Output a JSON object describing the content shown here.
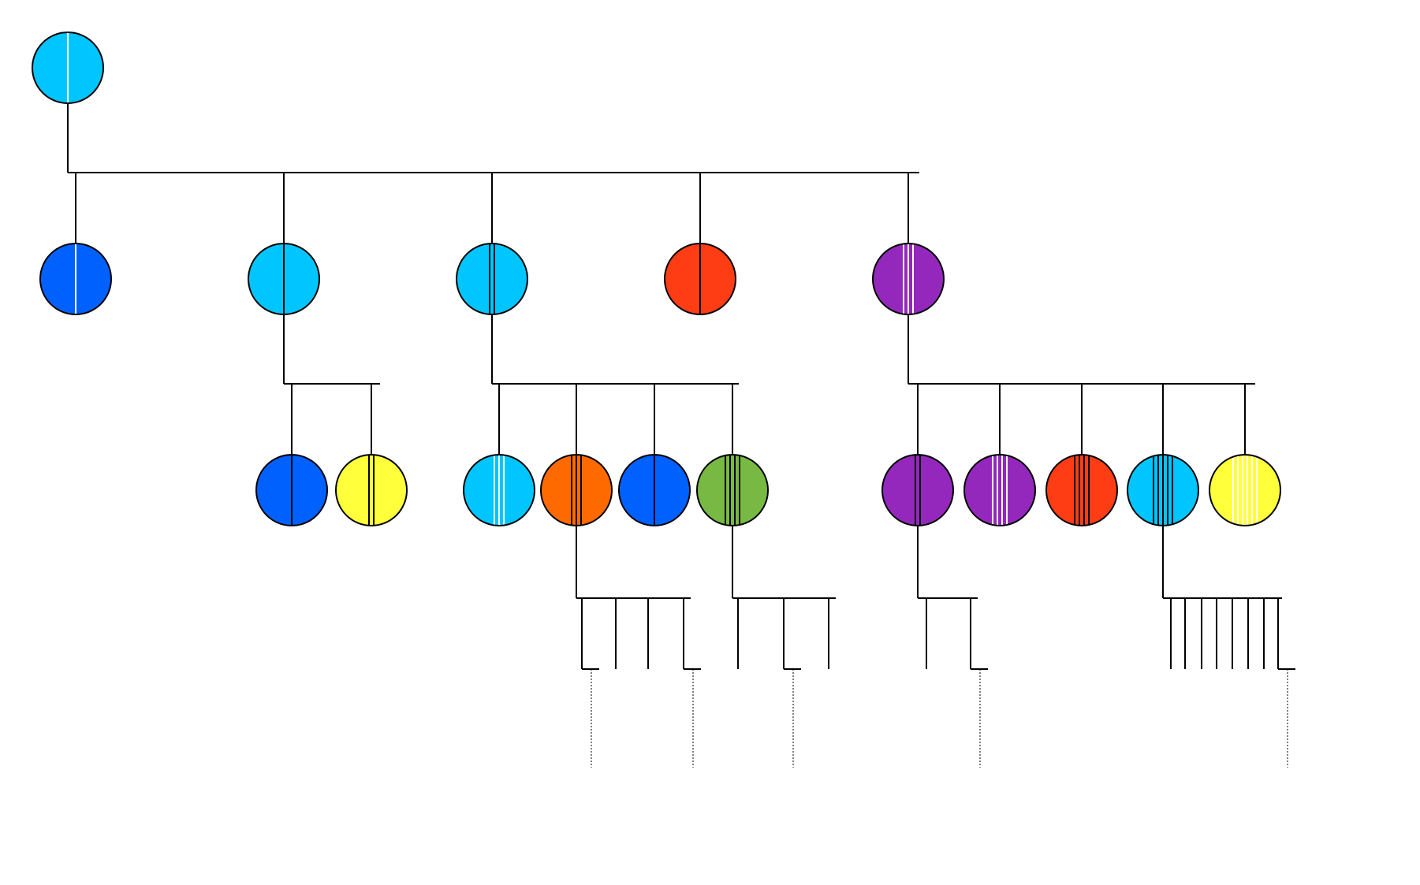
{
  "palette": {
    "sky": "#00c5ff",
    "blue": "#0061ff",
    "red": "#ff3d14",
    "purple": "#9428bc",
    "yellow": "#ffff3c",
    "orange": "#ff6a00",
    "green": "#77b942",
    "stroke": "#000000"
  },
  "nodes": [
    {
      "id": "root",
      "color": "sky",
      "stripes": 1,
      "stripe_color": "white",
      "level": 0
    },
    {
      "id": "g1-a",
      "color": "blue",
      "stripes": 1,
      "stripe_color": "white",
      "level": 1,
      "parent": "root"
    },
    {
      "id": "g1-b",
      "color": "sky",
      "stripes": 1,
      "stripe_color": "black",
      "level": 1,
      "parent": "root"
    },
    {
      "id": "g1-c",
      "color": "sky",
      "stripes": 2,
      "stripe_color": "black",
      "level": 1,
      "parent": "root"
    },
    {
      "id": "g1-d",
      "color": "red",
      "stripes": 1,
      "stripe_color": "black",
      "level": 1,
      "parent": "root"
    },
    {
      "id": "g1-e",
      "color": "purple",
      "stripes": 3,
      "stripe_color": "white",
      "level": 1,
      "parent": "root"
    },
    {
      "id": "g2-b1",
      "color": "blue",
      "stripes": 1,
      "stripe_color": "black",
      "level": 2,
      "parent": "g1-b"
    },
    {
      "id": "g2-b2",
      "color": "yellow",
      "stripes": 2,
      "stripe_color": "black",
      "level": 2,
      "parent": "g1-b"
    },
    {
      "id": "g2-c1",
      "color": "sky",
      "stripes": 3,
      "stripe_color": "white",
      "level": 2,
      "parent": "g1-c"
    },
    {
      "id": "g2-c2",
      "color": "orange",
      "stripes": 3,
      "stripe_color": "black",
      "level": 2,
      "parent": "g1-c"
    },
    {
      "id": "g2-c3",
      "color": "blue",
      "stripes": 1,
      "stripe_color": "black",
      "level": 2,
      "parent": "g1-c"
    },
    {
      "id": "g2-c4",
      "color": "green",
      "stripes": 4,
      "stripe_color": "black",
      "level": 2,
      "parent": "g1-c"
    },
    {
      "id": "g2-e1",
      "color": "purple",
      "stripes": 2,
      "stripe_color": "black",
      "level": 2,
      "parent": "g1-e"
    },
    {
      "id": "g2-e2",
      "color": "purple",
      "stripes": 4,
      "stripe_color": "white",
      "level": 2,
      "parent": "g1-e"
    },
    {
      "id": "g2-e3",
      "color": "red",
      "stripes": 4,
      "stripe_color": "black",
      "level": 2,
      "parent": "g1-e"
    },
    {
      "id": "g2-e4",
      "color": "sky",
      "stripes": 5,
      "stripe_color": "black",
      "level": 2,
      "parent": "g1-e"
    },
    {
      "id": "g2-e5",
      "color": "yellow",
      "stripes": 6,
      "stripe_color": "white",
      "level": 2,
      "parent": "g1-e"
    }
  ],
  "unfinished_branches": [
    {
      "parent": "g2-c2",
      "branch_count": 4,
      "continued": [
        1,
        4
      ]
    },
    {
      "parent": "g2-c4",
      "branch_count": 3,
      "continued": [
        2
      ]
    },
    {
      "parent": "g2-e1",
      "branch_count": 2,
      "continued": [
        2
      ]
    },
    {
      "parent": "g2-e4",
      "branch_count": 8,
      "continued": [
        8
      ]
    }
  ]
}
